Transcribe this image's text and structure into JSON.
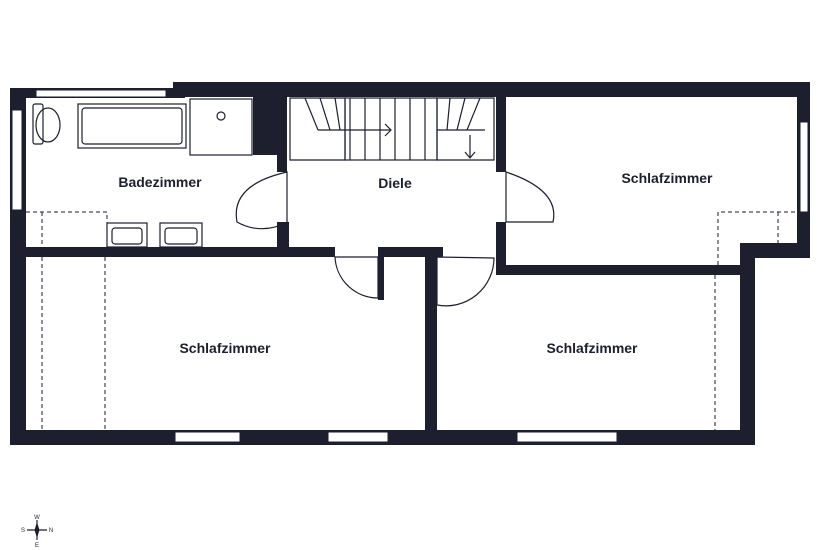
{
  "floor_plan": {
    "rooms": [
      {
        "id": "bathroom",
        "label": "Badezimmer"
      },
      {
        "id": "hall",
        "label": "Diele"
      },
      {
        "id": "bedroom-east",
        "label": "Schlafzimmer"
      },
      {
        "id": "bedroom-southwest",
        "label": "Schlafzimmer"
      },
      {
        "id": "bedroom-southeast",
        "label": "Schlafzimmer"
      }
    ],
    "compass": {
      "north": "N",
      "south": "S",
      "east": "E",
      "west": "W"
    },
    "colors": {
      "wall": "#1d1f2e",
      "background": "#ffffff"
    }
  }
}
